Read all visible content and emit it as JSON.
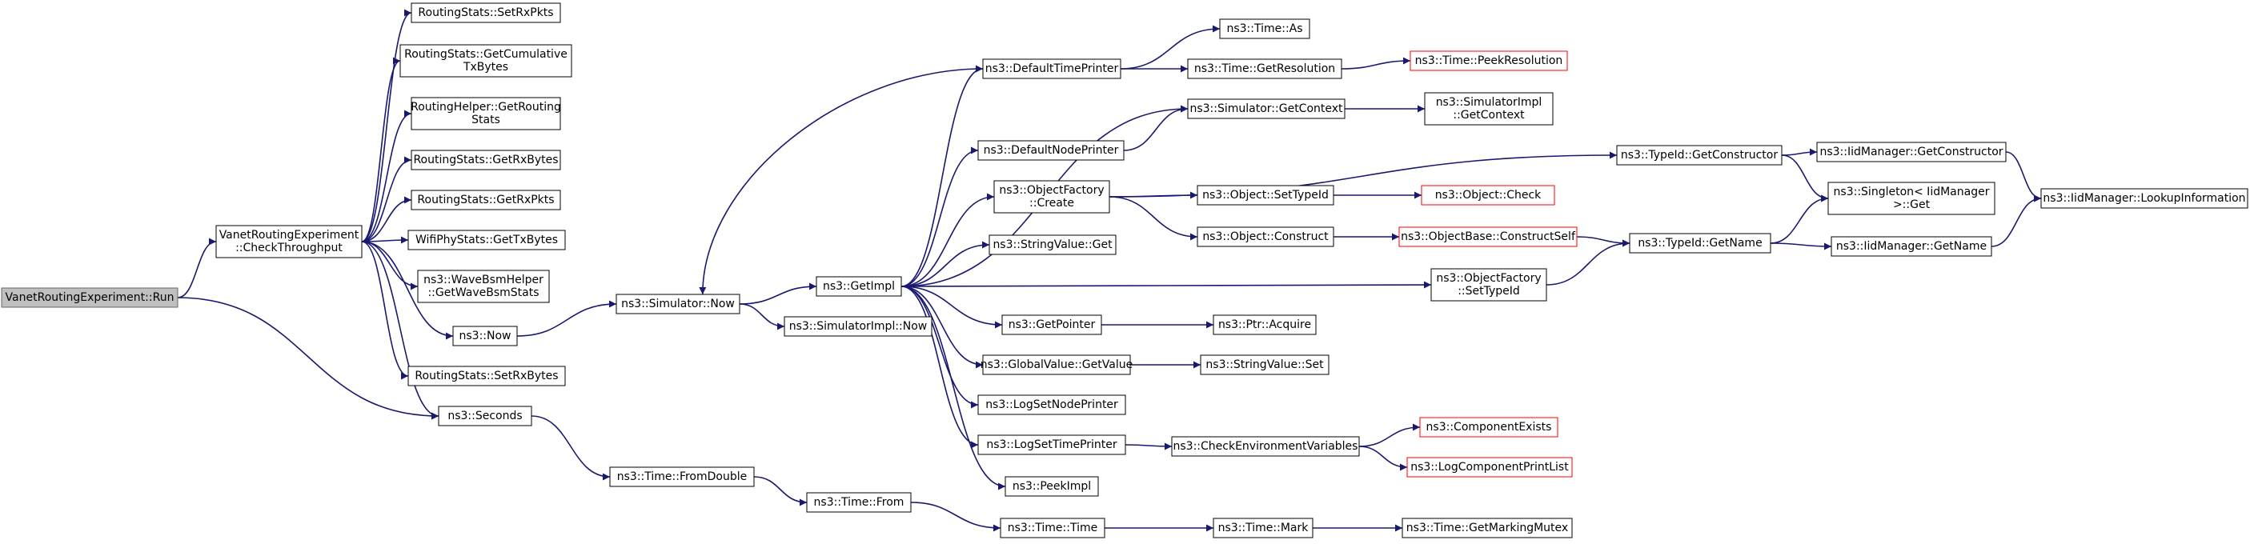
{
  "title": "",
  "colors": {
    "edge": "#191970",
    "root_fill": "#bfbfbf",
    "truncated_border": "#ff0000",
    "node_border": "#000000"
  },
  "nodes": [
    {
      "id": "run",
      "lines": [
        "VanetRoutingExperiment::Run"
      ],
      "style": "root"
    },
    {
      "id": "check",
      "lines": [
        "VanetRoutingExperiment",
        "::CheckThroughput"
      ]
    },
    {
      "id": "setrxpkts",
      "lines": [
        "RoutingStats::SetRxPkts"
      ]
    },
    {
      "id": "getcumtx",
      "lines": [
        "RoutingStats::GetCumulative",
        "TxBytes"
      ]
    },
    {
      "id": "getrouting",
      "lines": [
        "RoutingHelper::GetRouting",
        "Stats"
      ]
    },
    {
      "id": "getrxbytes",
      "lines": [
        "RoutingStats::GetRxBytes"
      ]
    },
    {
      "id": "getrxpkts",
      "lines": [
        "RoutingStats::GetRxPkts"
      ]
    },
    {
      "id": "wifitx",
      "lines": [
        "WifiPhyStats::GetTxBytes"
      ]
    },
    {
      "id": "wavebsm",
      "lines": [
        "ns3::WaveBsmHelper",
        "::GetWaveBsmStats"
      ]
    },
    {
      "id": "now",
      "lines": [
        "ns3::Now"
      ]
    },
    {
      "id": "setrxbytes",
      "lines": [
        "RoutingStats::SetRxBytes"
      ]
    },
    {
      "id": "seconds",
      "lines": [
        "ns3::Seconds"
      ]
    },
    {
      "id": "simnow",
      "lines": [
        "ns3::Simulator::Now"
      ]
    },
    {
      "id": "fromdouble",
      "lines": [
        "ns3::Time::FromDouble"
      ]
    },
    {
      "id": "getimpl",
      "lines": [
        "ns3::GetImpl"
      ]
    },
    {
      "id": "simimplnow",
      "lines": [
        "ns3::SimulatorImpl::Now"
      ]
    },
    {
      "id": "timefrom",
      "lines": [
        "ns3::Time::From"
      ]
    },
    {
      "id": "deftime",
      "lines": [
        "ns3::DefaultTimePrinter"
      ]
    },
    {
      "id": "defnode",
      "lines": [
        "ns3::DefaultNodePrinter"
      ]
    },
    {
      "id": "objfactcreate",
      "lines": [
        "ns3::ObjectFactory",
        "::Create"
      ]
    },
    {
      "id": "strvalget",
      "lines": [
        "ns3::StringValue::Get"
      ]
    },
    {
      "id": "getpointer",
      "lines": [
        "ns3::GetPointer"
      ]
    },
    {
      "id": "gvgetvalue",
      "lines": [
        "ns3::GlobalValue::GetValue"
      ]
    },
    {
      "id": "logsetnode",
      "lines": [
        "ns3::LogSetNodePrinter"
      ]
    },
    {
      "id": "logsettime",
      "lines": [
        "ns3::LogSetTimePrinter"
      ]
    },
    {
      "id": "peekimpl",
      "lines": [
        "ns3::PeekImpl"
      ]
    },
    {
      "id": "timetime",
      "lines": [
        "ns3::Time::Time"
      ]
    },
    {
      "id": "timeas",
      "lines": [
        "ns3::Time::As"
      ]
    },
    {
      "id": "timegetres",
      "lines": [
        "ns3::Time::GetResolution"
      ]
    },
    {
      "id": "simgetctx",
      "lines": [
        "ns3::Simulator::GetContext"
      ]
    },
    {
      "id": "objsettid",
      "lines": [
        "ns3::Object::SetTypeId"
      ]
    },
    {
      "id": "objconstruct",
      "lines": [
        "ns3::Object::Construct"
      ]
    },
    {
      "id": "ptracquire",
      "lines": [
        "ns3::Ptr::Acquire"
      ]
    },
    {
      "id": "strvalset",
      "lines": [
        "ns3::StringValue::Set"
      ]
    },
    {
      "id": "checkenv",
      "lines": [
        "ns3::CheckEnvironmentVariables"
      ]
    },
    {
      "id": "timemark",
      "lines": [
        "ns3::Time::Mark"
      ]
    },
    {
      "id": "peekres",
      "lines": [
        "ns3::Time::PeekResolution"
      ],
      "style": "trunc"
    },
    {
      "id": "simimplctx",
      "lines": [
        "ns3::SimulatorImpl",
        "::GetContext"
      ]
    },
    {
      "id": "objcheck",
      "lines": [
        "ns3::Object::Check"
      ],
      "style": "trunc"
    },
    {
      "id": "objbasecs",
      "lines": [
        "ns3::ObjectBase::ConstructSelf"
      ],
      "style": "trunc"
    },
    {
      "id": "objfactsettid",
      "lines": [
        "ns3::ObjectFactory",
        "::SetTypeId"
      ]
    },
    {
      "id": "compexists",
      "lines": [
        "ns3::ComponentExists"
      ],
      "style": "trunc"
    },
    {
      "id": "logcomplist",
      "lines": [
        "ns3::LogComponentPrintList"
      ],
      "style": "trunc"
    },
    {
      "id": "getmarkmutex",
      "lines": [
        "ns3::Time::GetMarkingMutex"
      ]
    },
    {
      "id": "tidgetctor",
      "lines": [
        "ns3::TypeId::GetConstructor"
      ]
    },
    {
      "id": "tidgetname",
      "lines": [
        "ns3::TypeId::GetName"
      ]
    },
    {
      "id": "iidgetctor",
      "lines": [
        "ns3::IidManager::GetConstructor"
      ]
    },
    {
      "id": "singleton",
      "lines": [
        "ns3::Singleton< IidManager",
        ">::Get"
      ]
    },
    {
      "id": "iidgetname",
      "lines": [
        "ns3::IidManager::GetName"
      ]
    },
    {
      "id": "iidlookup",
      "lines": [
        "ns3::IidManager::LookupInformation"
      ]
    }
  ],
  "edges": [
    [
      "run",
      "check"
    ],
    [
      "run",
      "seconds"
    ],
    [
      "check",
      "setrxpkts"
    ],
    [
      "check",
      "getcumtx"
    ],
    [
      "check",
      "getrouting"
    ],
    [
      "check",
      "getrxbytes"
    ],
    [
      "check",
      "getrxpkts"
    ],
    [
      "check",
      "wifitx"
    ],
    [
      "check",
      "wavebsm"
    ],
    [
      "check",
      "now"
    ],
    [
      "check",
      "setrxbytes"
    ],
    [
      "check",
      "seconds"
    ],
    [
      "now",
      "simnow"
    ],
    [
      "seconds",
      "fromdouble"
    ],
    [
      "fromdouble",
      "timefrom"
    ],
    [
      "timefrom",
      "timetime"
    ],
    [
      "simnow",
      "getimpl"
    ],
    [
      "simnow",
      "simimplnow"
    ],
    [
      "deftime",
      "simnow"
    ],
    [
      "getimpl",
      "deftime"
    ],
    [
      "getimpl",
      "defnode"
    ],
    [
      "getimpl",
      "objfactcreate"
    ],
    [
      "getimpl",
      "strvalget"
    ],
    [
      "getimpl",
      "getpointer"
    ],
    [
      "getimpl",
      "gvgetvalue"
    ],
    [
      "getimpl",
      "logsetnode"
    ],
    [
      "getimpl",
      "logsettime"
    ],
    [
      "getimpl",
      "peekimpl"
    ],
    [
      "getimpl",
      "simgetctx"
    ],
    [
      "getimpl",
      "objfactsettid"
    ],
    [
      "deftime",
      "timeas"
    ],
    [
      "deftime",
      "timegetres"
    ],
    [
      "timegetres",
      "peekres"
    ],
    [
      "defnode",
      "simgetctx"
    ],
    [
      "simgetctx",
      "simimplctx"
    ],
    [
      "objfactcreate",
      "objsettid"
    ],
    [
      "objfactcreate",
      "objconstruct"
    ],
    [
      "objfactcreate",
      "tidgetctor"
    ],
    [
      "objsettid",
      "objcheck"
    ],
    [
      "objconstruct",
      "objbasecs"
    ],
    [
      "objbasecs",
      "tidgetname"
    ],
    [
      "objfactsettid",
      "tidgetname"
    ],
    [
      "getpointer",
      "ptracquire"
    ],
    [
      "gvgetvalue",
      "strvalset"
    ],
    [
      "logsettime",
      "checkenv"
    ],
    [
      "checkenv",
      "compexists"
    ],
    [
      "checkenv",
      "logcomplist"
    ],
    [
      "timetime",
      "timemark"
    ],
    [
      "timemark",
      "getmarkmutex"
    ],
    [
      "tidgetctor",
      "iidgetctor"
    ],
    [
      "tidgetctor",
      "singleton"
    ],
    [
      "iidgetctor",
      "iidlookup"
    ],
    [
      "tidgetname",
      "singleton"
    ],
    [
      "tidgetname",
      "iidgetname"
    ],
    [
      "iidgetname",
      "iidlookup"
    ]
  ]
}
